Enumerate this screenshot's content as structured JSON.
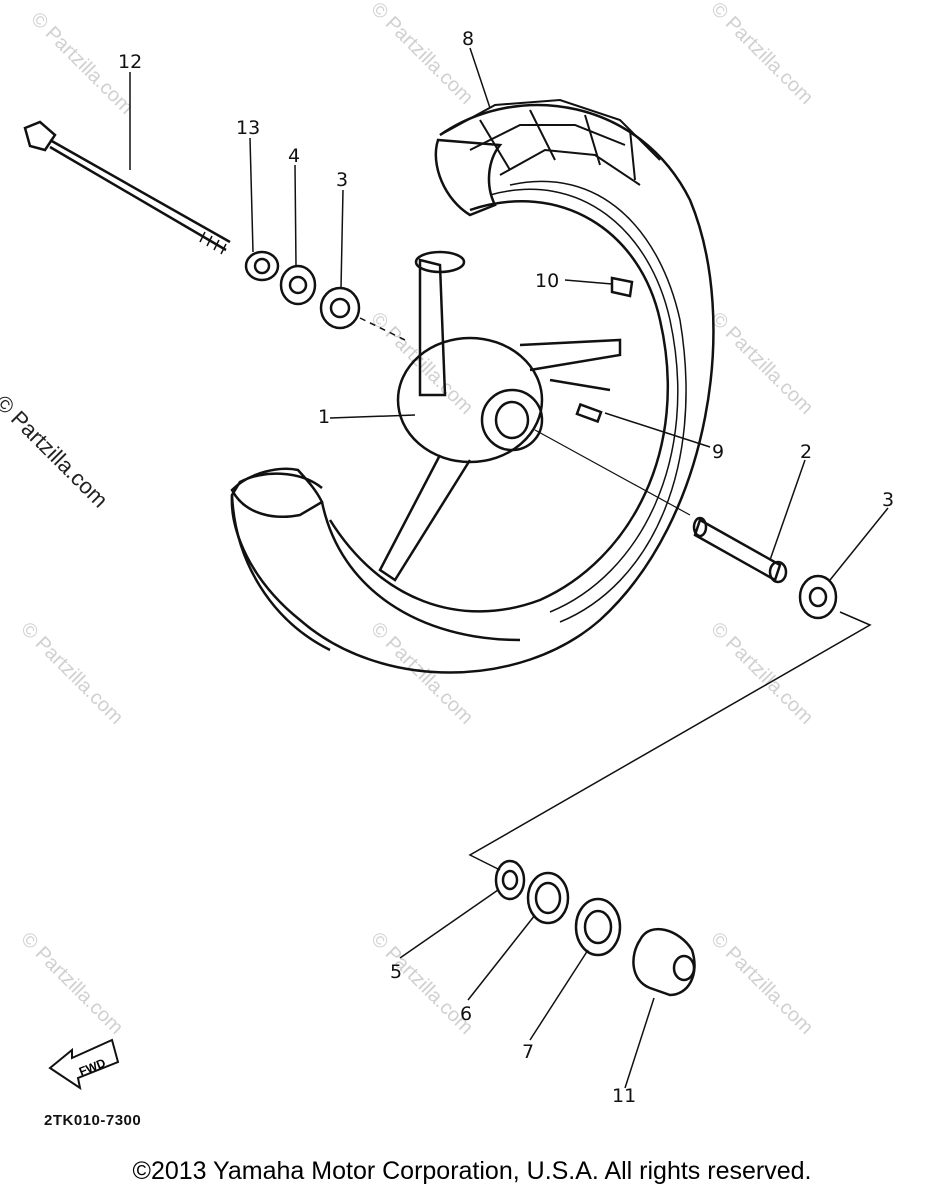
{
  "diagram": {
    "callouts": {
      "c1": "1",
      "c2": "2",
      "c3a": "3",
      "c3b": "3",
      "c4": "4",
      "c5": "5",
      "c6": "6",
      "c7": "7",
      "c8": "8",
      "c9": "9",
      "c10": "10",
      "c11": "11",
      "c12": "12",
      "c13": "13"
    },
    "fwd_label": "FWD",
    "part_code": "2TK010-7300"
  },
  "watermark": {
    "text": "© Partzilla.com",
    "side_text": "© Partzilla.com"
  },
  "footer": {
    "copyright": "©2013 Yamaha Motor Corporation, U.S.A. All rights reserved."
  }
}
